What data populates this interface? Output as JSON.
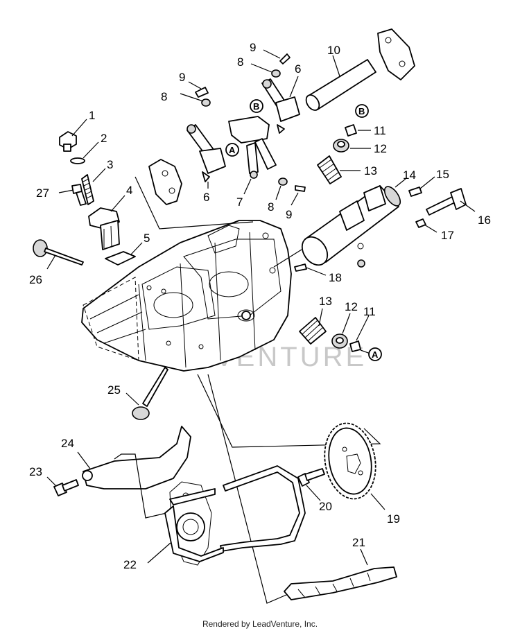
{
  "watermark": "VENTURE",
  "footer": "Rendered by LeadVenture, Inc.",
  "part_numbers": {
    "p1": "1",
    "p2": "2",
    "p3": "3",
    "p4": "4",
    "p5": "5",
    "p6a": "6",
    "p6b": "6",
    "p7": "7",
    "p8a": "8",
    "p8b": "8",
    "p8c": "8",
    "p9a": "9",
    "p9b": "9",
    "p9c": "9",
    "p10": "10",
    "p11a": "11",
    "p11b": "11",
    "p12a": "12",
    "p12b": "12",
    "p13a": "13",
    "p13b": "13",
    "p14": "14",
    "p15": "15",
    "p16": "16",
    "p17": "17",
    "p18": "18",
    "p19": "19",
    "p20": "20",
    "p21": "21",
    "p22": "22",
    "p23": "23",
    "p24": "24",
    "p25": "25",
    "p26": "26",
    "p27": "27"
  },
  "callouts": {
    "ca1": "A",
    "ca2": "A",
    "cb1": "B",
    "cb2": "B"
  }
}
